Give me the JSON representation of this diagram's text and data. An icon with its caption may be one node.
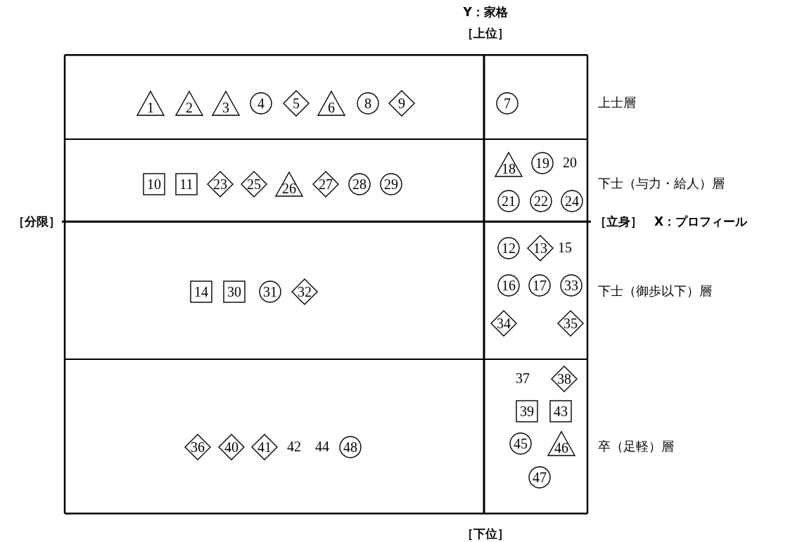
{
  "diagram": {
    "nodes": [
      {
        "text": [],
        "shape": "box"
      },
      {
        "text": [
          "1"
        ],
        "in": 0
      },
      {
        "text": [
          "2"
        ],
        "in": 0
      },
      {
        "text": [
          "3"
        ],
        "in": 0
      },
      {
        "text": [
          "4"
        ],
        "in": 0
      },
      {
        "text": [
          "5"
        ],
        "in": 0
      },
      {
        "text": [
          "6"
        ],
        "in": 0
      },
      {
        "text": [
          "8"
        ],
        "in": 0
      },
      {
        "text": [
          "9"
        ],
        "in": 0
      },
      {
        "text": [],
        "shape": "box"
      },
      {
        "text": [
          "7"
        ],
        "in": 9
      },
      {
        "text": [],
        "shape": "box"
      },
      {
        "text": [
          "10"
        ],
        "in": 11
      },
      {
        "text": [
          "11"
        ],
        "in": 11
      },
      {
        "text": [
          "23"
        ],
        "in": 11
      },
      {
        "text": [
          "25"
        ],
        "in": 11
      },
      {
        "text": [
          "26"
        ],
        "in": 11
      },
      {
        "text": [
          "27"
        ],
        "in": 11
      },
      {
        "text": [
          "28"
        ],
        "in": 11
      },
      {
        "text": [
          "29"
        ],
        "in": 11
      },
      {
        "text": [],
        "shape": "box"
      },
      {
        "text": [
          "18"
        ],
        "in": 20
      },
      {
        "text": [
          "19"
        ],
        "in": 20
      },
      {
        "text": [
          "21"
        ],
        "in": 20
      },
      {
        "text": [
          "22"
        ],
        "in": 20
      },
      {
        "text": [
          "24"
        ],
        "in": 20
      },
      {
        "text": [],
        "shape": "box"
      },
      {
        "text": [
          "14"
        ],
        "in": 26
      },
      {
        "text": [
          "30"
        ],
        "in": 26
      },
      {
        "text": [
          "31"
        ],
        "in": 26
      },
      {
        "text": [
          "32"
        ],
        "in": 26
      },
      {
        "text": [],
        "shape": "box"
      },
      {
        "text": [
          "12"
        ],
        "in": 31
      },
      {
        "text": [
          "13"
        ],
        "in": 31
      },
      {
        "text": [
          "16"
        ],
        "in": 31
      },
      {
        "text": [
          "17"
        ],
        "in": 31
      },
      {
        "text": [
          "33"
        ],
        "in": 31
      },
      {
        "text": [
          "34"
        ],
        "in": 31
      },
      {
        "text": [
          "35"
        ],
        "in": 31
      },
      {
        "text": [],
        "shape": "box"
      },
      {
        "text": [
          "36"
        ],
        "in": 39
      },
      {
        "text": [
          "40"
        ],
        "in": 39
      },
      {
        "text": [
          "41"
        ],
        "in": 39
      },
      {
        "text": [
          "48"
        ],
        "in": 39
      },
      {
        "text": [],
        "shape": "box"
      },
      {
        "text": [
          "38"
        ],
        "in": 44
      },
      {
        "text": [
          "39"
        ],
        "in": 44
      },
      {
        "text": [
          "43"
        ],
        "in": 44
      },
      {
        "text": [
          "45"
        ],
        "in": 44
      },
      {
        "text": [
          "46"
        ],
        "in": 44
      },
      {
        "text": [
          "47"
        ],
        "in": 44
      }
    ],
    "labels": [
      "Y：家格",
      "［上位］",
      "上士層",
      "20",
      "下士（与力・給人）層",
      "［分限］",
      "［立身］　X：プロフィール",
      "15",
      "下士（御歩以下）層",
      "37",
      "42",
      "44",
      "卒（足軽）層",
      "［下位］"
    ]
  }
}
